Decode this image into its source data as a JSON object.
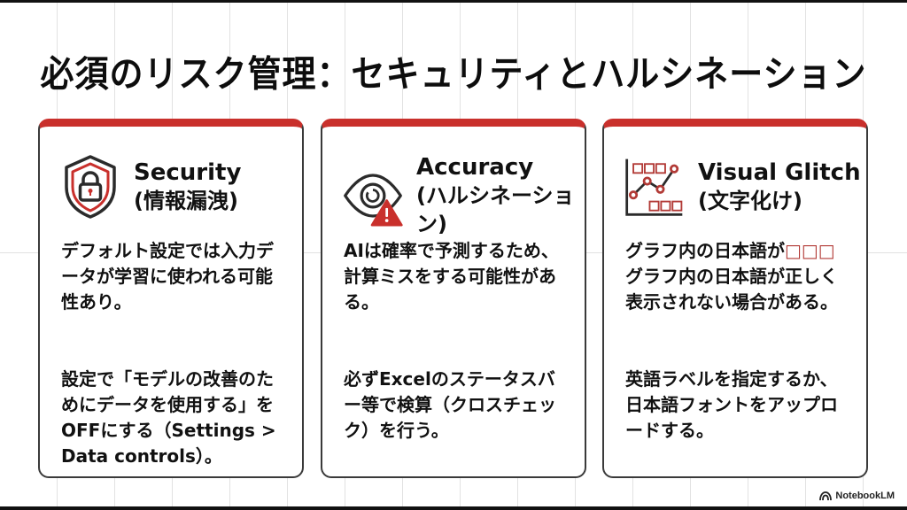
{
  "slide": {
    "title": "必須のリスク管理：セキュリティとハルシネーション",
    "colors": {
      "accent": "#c9302c",
      "border": "#3a3a3a",
      "text": "#111111",
      "grid": "#e2e2e2"
    }
  },
  "cards": [
    {
      "icon": "shield-lock-icon",
      "title_en": "Security",
      "title_ja": "(情報漏洩)",
      "para1": "デフォルト設定では入力データが学習に使われる可能性あり。",
      "para2": "設定で「モデルの改善のためにデータを使用する」をOFFにする（Settings > Data controls）。"
    },
    {
      "icon": "eye-warning-icon",
      "title_en": "Accuracy",
      "title_ja": "(ハルシネーション)",
      "para1": "AIは確率で予測するため、計算ミスをする可能性がある。",
      "para2": "必ずExcelのステータスバー等で検算（クロスチェック）を行う。"
    },
    {
      "icon": "glitched-chart-icon",
      "title_en": "Visual Glitch",
      "title_ja": "(文字化け)",
      "para1_prefix": "グラフ内の日本語が",
      "para1_tofu": "□□□",
      "para1_rest": "グラフ内の日本語が正しく表示されない場合がある。",
      "para2": "英語ラベルを指定するか、日本語フォントをアップロードする。"
    }
  ],
  "watermark": {
    "label": "NotebookLM",
    "icon": "notebooklm-logo-icon"
  }
}
